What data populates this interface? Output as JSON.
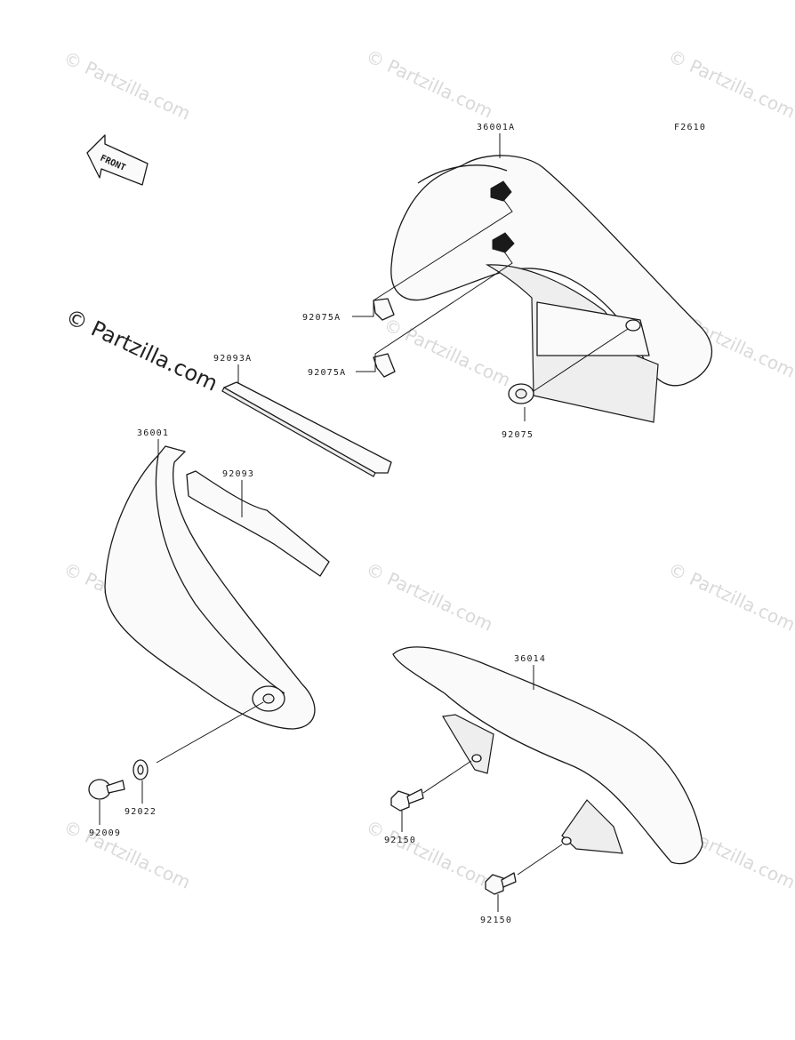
{
  "figure_code": "F2610",
  "front_label": "FRONT",
  "watermark": "© Partzilla.com",
  "colors": {
    "line": "#1a1a1a",
    "watermark": "#d9d9d9",
    "background": "#ffffff"
  },
  "parts": [
    {
      "number": "36001A"
    },
    {
      "number": "92075A"
    },
    {
      "number": "92075A"
    },
    {
      "number": "92075"
    },
    {
      "number": "92093A"
    },
    {
      "number": "36001"
    },
    {
      "number": "92093"
    },
    {
      "number": "36014"
    },
    {
      "number": "92009"
    },
    {
      "number": "92022"
    },
    {
      "number": "92150"
    },
    {
      "number": "92150"
    }
  ]
}
